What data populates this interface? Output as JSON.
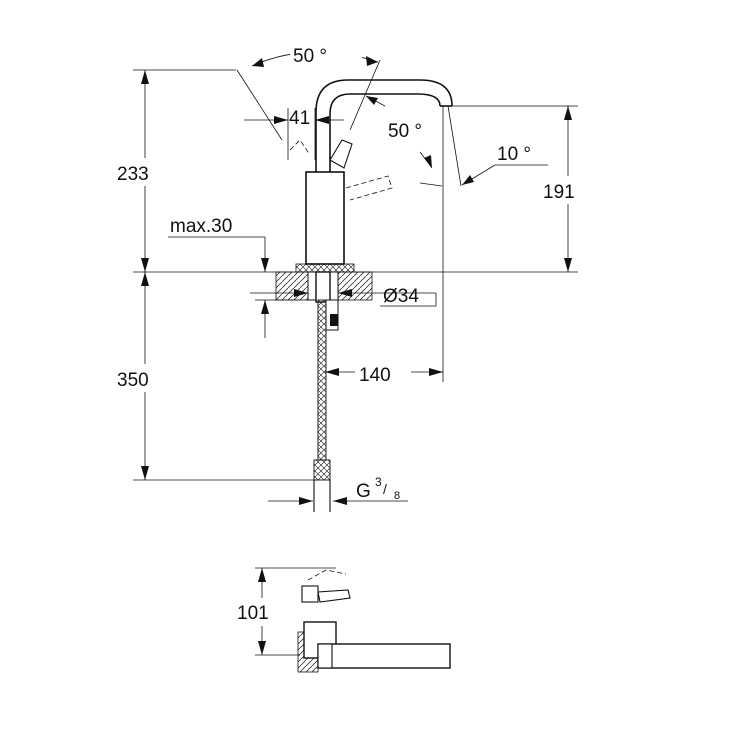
{
  "drawing": {
    "dimensions": {
      "angle_top": "50 °",
      "angle_right": "50 °",
      "angle_spout": "10 °",
      "depth_41": "41",
      "height_233": "233",
      "height_191": "191",
      "max_thickness": "max.30",
      "diameter": "Ø34",
      "length_350": "350",
      "reach_140": "140",
      "thread_main": "G",
      "thread_num": "3",
      "thread_den": "8",
      "plan_101": "101"
    }
  }
}
